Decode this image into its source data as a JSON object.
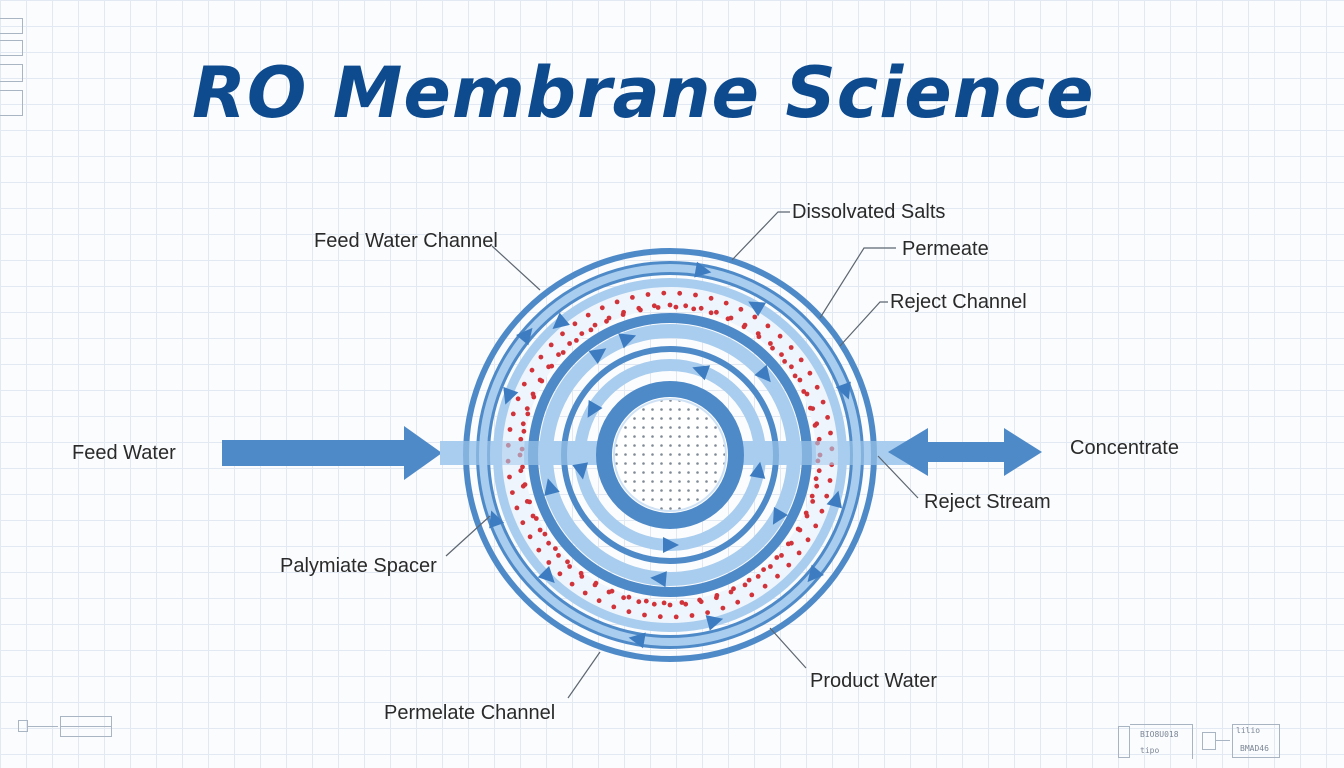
{
  "title": "RO Membrane Science",
  "labels": {
    "dissolvated_salts": "Dissolvated Salts",
    "feed_water_channel": "Feed Water Channel",
    "permeate": "Permeate",
    "reject_channel": "Reject Channel",
    "feed_water": "Feed Water",
    "concentrate": "Concentrate",
    "reject_stream": "Reject Stream",
    "palymiate_spacer": "Palymiate Spacer",
    "product_water": "Product Water",
    "permelate_channel": "Permelate Channel"
  },
  "stamp": {
    "left_code": "BIO8U018",
    "left_sub": "tipo",
    "right_code": "lilio",
    "right_sub": "BMAD46"
  },
  "colors": {
    "title": "#0d4a8e",
    "ring_dark": "#4f8ac8",
    "ring_light": "#a9cdee",
    "salt_dots": "#d1333a",
    "arrow": "#3d7cc0"
  }
}
